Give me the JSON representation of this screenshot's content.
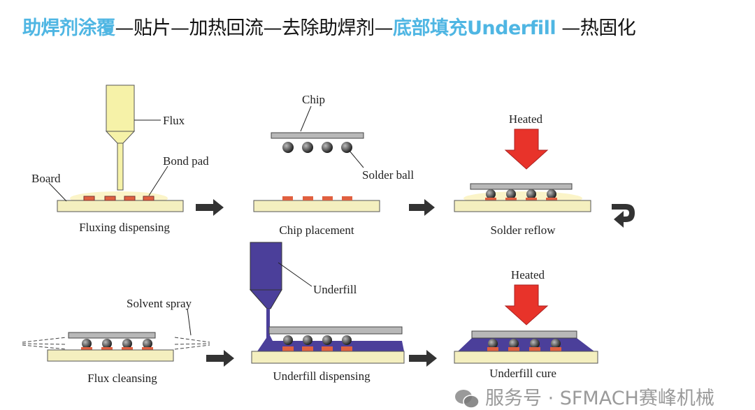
{
  "title": {
    "parts": [
      {
        "text": "助焊剂涂覆",
        "highlight": true
      },
      {
        "text": "—贴片—加热回流—去除助焊剂—",
        "highlight": false
      },
      {
        "text": "底部填充Underfill",
        "highlight": true
      },
      {
        "text": " —热固化",
        "highlight": false
      }
    ]
  },
  "colors": {
    "highlight": "#4fb6e3",
    "board": "#f4efbf",
    "pad": "#e06040",
    "chip": "#b8b8b8",
    "heat_arrow": "#e8332a",
    "underfill": "#4b3f9a",
    "flux_syringe": "#f6f2a8"
  },
  "steps": [
    {
      "caption": "Fluxing dispensing",
      "labels": [
        "Flux",
        "Bond pad",
        "Board"
      ]
    },
    {
      "caption": "Chip placement",
      "labels": [
        "Chip",
        "Solder ball"
      ]
    },
    {
      "caption": "Solder reflow",
      "labels": [
        "Heated"
      ]
    },
    {
      "caption": "Flux cleansing",
      "labels": [
        "Solvent spray"
      ]
    },
    {
      "caption": "Underfill dispensing",
      "labels": [
        "Underfill"
      ]
    },
    {
      "caption": "Underfill cure",
      "labels": [
        "Heated"
      ]
    }
  ],
  "watermark": {
    "text": "服务号 · SFMACH赛峰机械",
    "icon": "wechat-icon"
  }
}
